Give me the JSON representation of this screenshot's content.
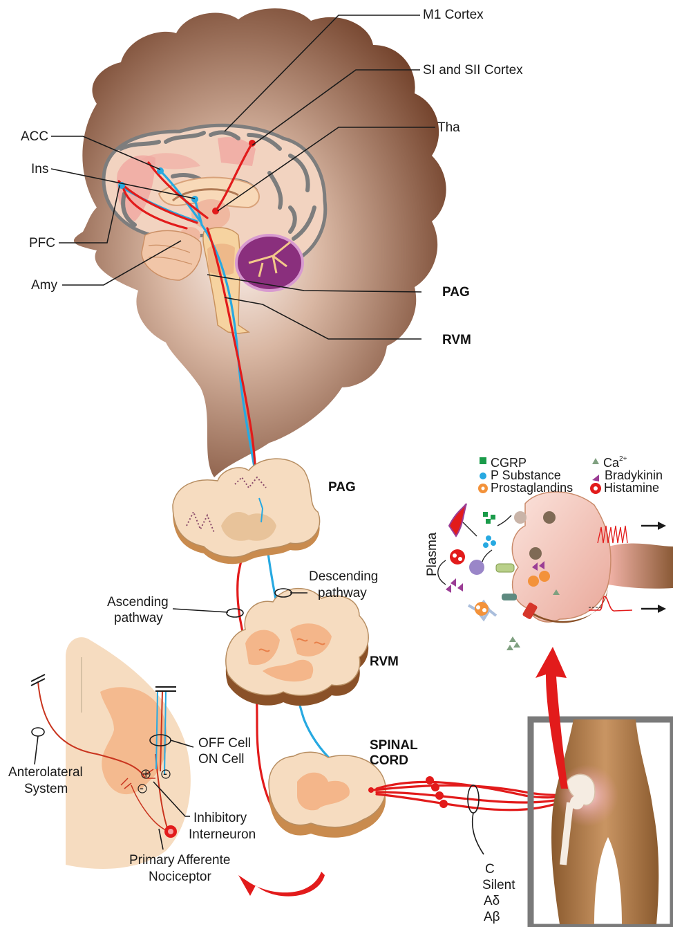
{
  "labels": {
    "m1_cortex": "M1 Cortex",
    "si_sii_cortex": "SI and SII Cortex",
    "tha": "Tha",
    "acc": "ACC",
    "ins": "Ins",
    "pfc": "PFC",
    "amy": "Amy",
    "pag_brain": "PAG",
    "rvm_brain": "RVM",
    "pag_section": "PAG",
    "rvm_section": "RVM",
    "spinal_cord_line1": "SPINAL",
    "spinal_cord_line2": "CORD",
    "descending_line1": "Descending",
    "descending_line2": "pathway",
    "ascending_line1": "Ascending",
    "ascending_line2": "pathway",
    "off_cell": "OFF Cell",
    "on_cell": "ON Cell",
    "anterolateral_line1": "Anterolateral",
    "anterolateral_line2": "System",
    "inhibitory_line1": "Inhibitory",
    "inhibitory_line2": "Interneuron",
    "primary_afferent_line1": "Primary Afferente",
    "primary_afferent_line2": "Nociceptor",
    "plasma": "Plasma",
    "fiber_c": "C",
    "fiber_silent": "Silent",
    "fiber_adelta": "Aδ",
    "fiber_abeta": "Aβ",
    "plus_sign": "+",
    "minus_sign": "-"
  },
  "legend": {
    "cgrp": "CGRP",
    "p_substance": "P Substance",
    "prostaglandins": "Prostaglandins",
    "ca_base": "Ca",
    "ca_sup": "2+",
    "bradykinin": "Bradykinin",
    "histamine": "Histamine"
  },
  "colors": {
    "ascending_pathway": "#e21b1b",
    "descending_pathway": "#27a9e1",
    "head_silhouette": "#7a4a30",
    "cerebellum": "#8a2f7d",
    "spinal_tissue": "#f6dcc0",
    "cgrp": "#1a9b4a",
    "p_substance": "#27a9e1",
    "prostaglandins": "#f3923a",
    "ca": "#7fa080",
    "bradykinin": "#9b3d95",
    "histamine": "#e21b1b"
  },
  "icons": [
    "arrow-right-icon",
    "curved-red-arrow-icon",
    "action-potential-burst-icon",
    "graded-potential-icon"
  ]
}
